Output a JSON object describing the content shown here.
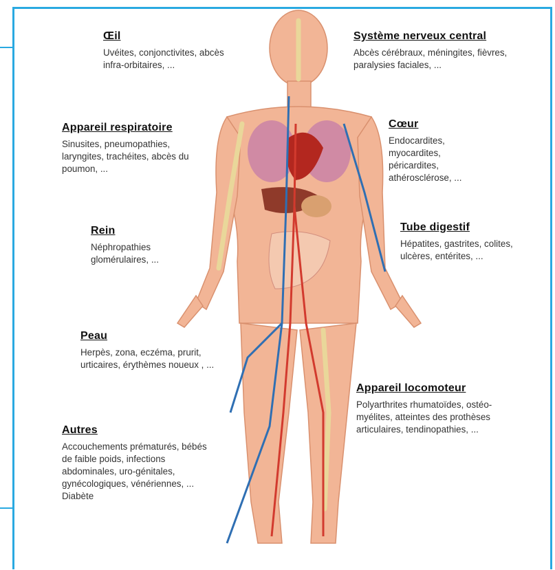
{
  "diagram": {
    "oeil": {
      "title": "Œil",
      "text": "Uvéites, conjonctivites, abcès infra-orbitaires, ..."
    },
    "snc": {
      "title": "Système nerveux central",
      "text": "Abcès cérébraux, méningites, fièvres, paralysies faciales, ..."
    },
    "respiratoire": {
      "title": "Appareil respiratoire",
      "text": "Sinusites, pneumopathies, laryngites, trachéites, abcès du poumon, ..."
    },
    "coeur": {
      "title": "Cœur",
      "text": "Endocardites, myocardites, péricardites, athérosclérose, ..."
    },
    "rein": {
      "title": "Rein",
      "text": "Néphropathies glomérulaires, ..."
    },
    "digestif": {
      "title": "Tube digestif",
      "text": "Hépatites, gastrites, colites, ulcères, entérites, ..."
    },
    "peau": {
      "title": "Peau",
      "text": "Herpès, zona, eczéma, prurit, urticaires, érythèmes noueux , ..."
    },
    "locomoteur": {
      "title": "Appareil locomoteur",
      "text": "Polyarthrites rhumatoïdes, ostéo-myélites, atteintes des prothèses articulaires, tendinopathies, ..."
    },
    "autres": {
      "title": "Autres",
      "text": "Accouchements prématurés, bébés de faible poids, infections abdominales, uro-génitales, gynécologiques, vénériennes, ... Diabète"
    }
  },
  "colors": {
    "frame": "#29a9e1",
    "skin": "#f2b596",
    "artery": "#d23a2e",
    "vein": "#2f6fb3",
    "bone": "#e9d79a"
  }
}
